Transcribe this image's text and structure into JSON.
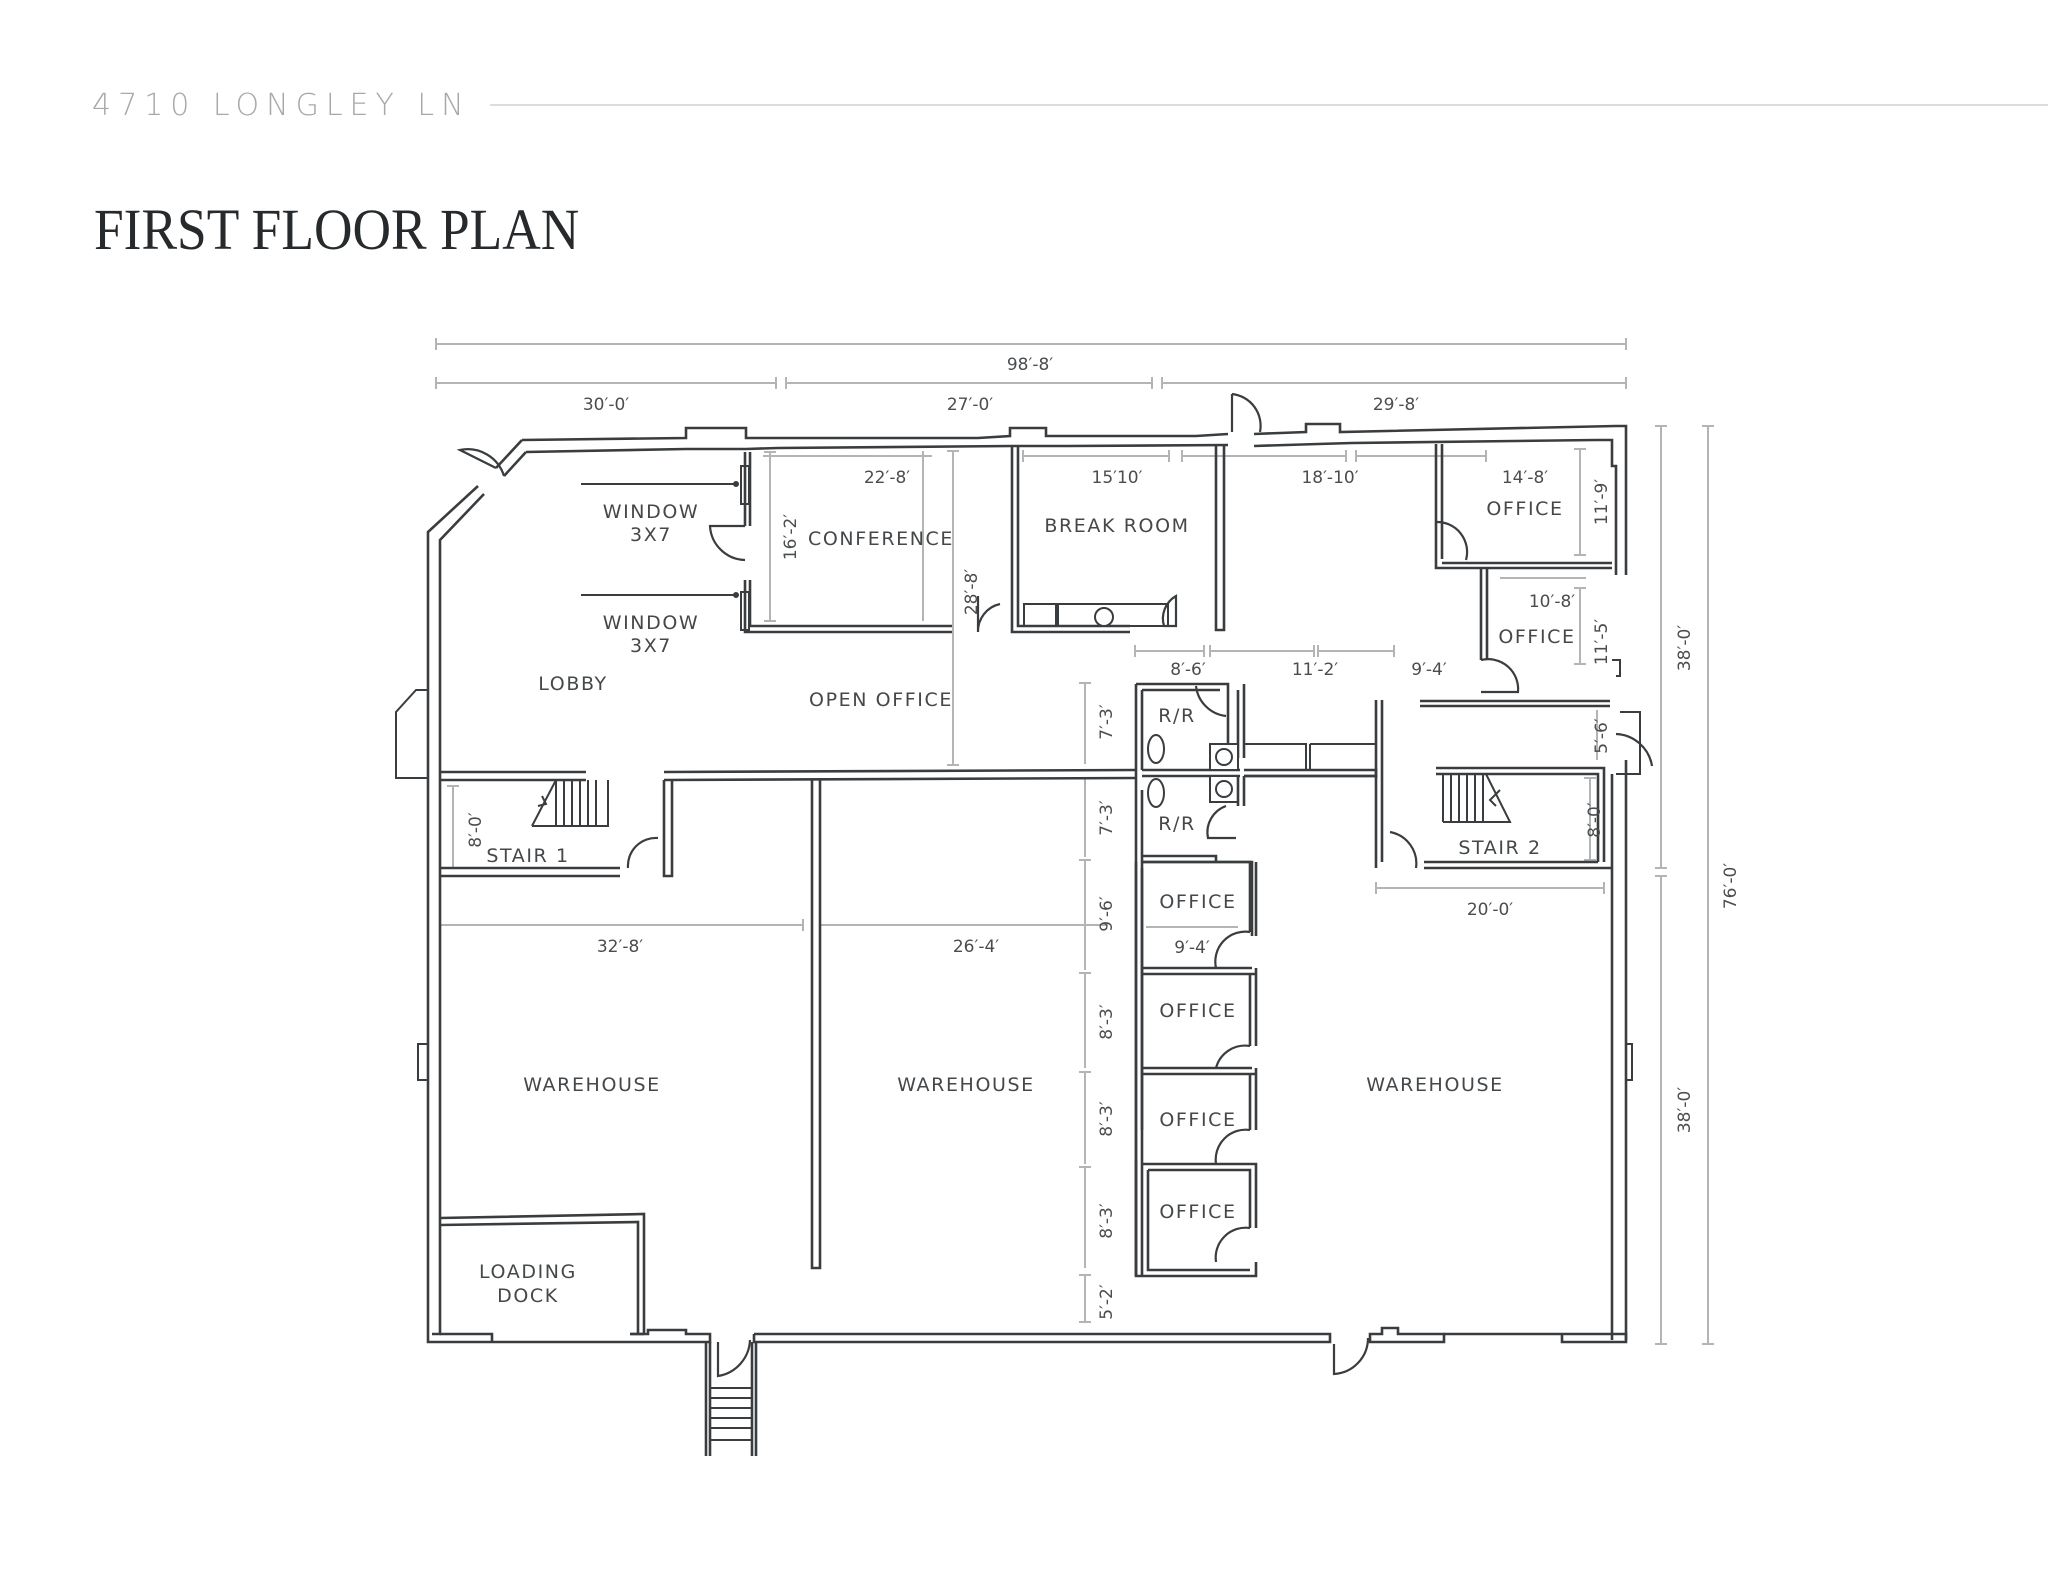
{
  "header": {
    "address": "4710 LONGLEY LN",
    "title": "FIRST FLOOR PLAN"
  },
  "plan": {
    "overall_width": "98′-8′",
    "top_segments": [
      "30′-0′",
      "27′-0′",
      "29′-8′"
    ],
    "right_dims": {
      "upper": "38′-0′",
      "lower": "38′-0′",
      "total": "76′-0′"
    },
    "rooms": {
      "window1": [
        "WINDOW",
        "3X7"
      ],
      "window2": [
        "WINDOW",
        "3X7"
      ],
      "lobby": "LOBBY",
      "conference": "CONFERENCE",
      "break_room": "BREAK ROOM",
      "open_office": "OPEN OFFICE",
      "office_ne": "OFFICE",
      "office_e": "OFFICE",
      "rr_upper": "R/R",
      "rr_lower": "R/R",
      "stair1": "STAIR 1",
      "stair2": "STAIR 2",
      "office_1": "OFFICE",
      "office_2": "OFFICE",
      "office_3": "OFFICE",
      "office_4": "OFFICE",
      "warehouse_w": "WAREHOUSE",
      "warehouse_c": "WAREHOUSE",
      "warehouse_e": "WAREHOUSE",
      "loading_dock": [
        "LOADING",
        "DOCK"
      ]
    },
    "dims": {
      "conference_w": "22′-8′",
      "conference_h": "16′-2′",
      "open_office_h": "28′-8′",
      "break_room_w": "15′10′",
      "north_mid_w": "18′-10′",
      "office_ne_w": "14′-8′",
      "office_ne_h": "11′-9′",
      "office_e_w": "10′-8′",
      "office_e_h": "11′-5′",
      "corridor_a": "8′-6′",
      "corridor_b": "11′-2′",
      "corridor_c": "9′-4′",
      "vestibule_h": "5′-6′",
      "stair2_h": "8′-0′",
      "stair2_w": "20′-0′",
      "stair1_h": "8′-0′",
      "rr_upper_h": "7′-3′",
      "rr_lower_h": "7′-3′",
      "office_1_h": "9′-6′",
      "office_1_w": "9′-4′",
      "office_2_h": "8′-3′",
      "office_3_h": "8′-3′",
      "office_4_h": "8′-3′",
      "south_gap_h": "5′-2′",
      "warehouse_w_w": "32′-8′",
      "warehouse_c_w": "26′-4′"
    }
  },
  "colors": {
    "wall": "#3a3d3f",
    "dimension": "#b4b4b4",
    "label": "#45484a",
    "address": "#a8a8a8",
    "title": "#262a2c"
  }
}
